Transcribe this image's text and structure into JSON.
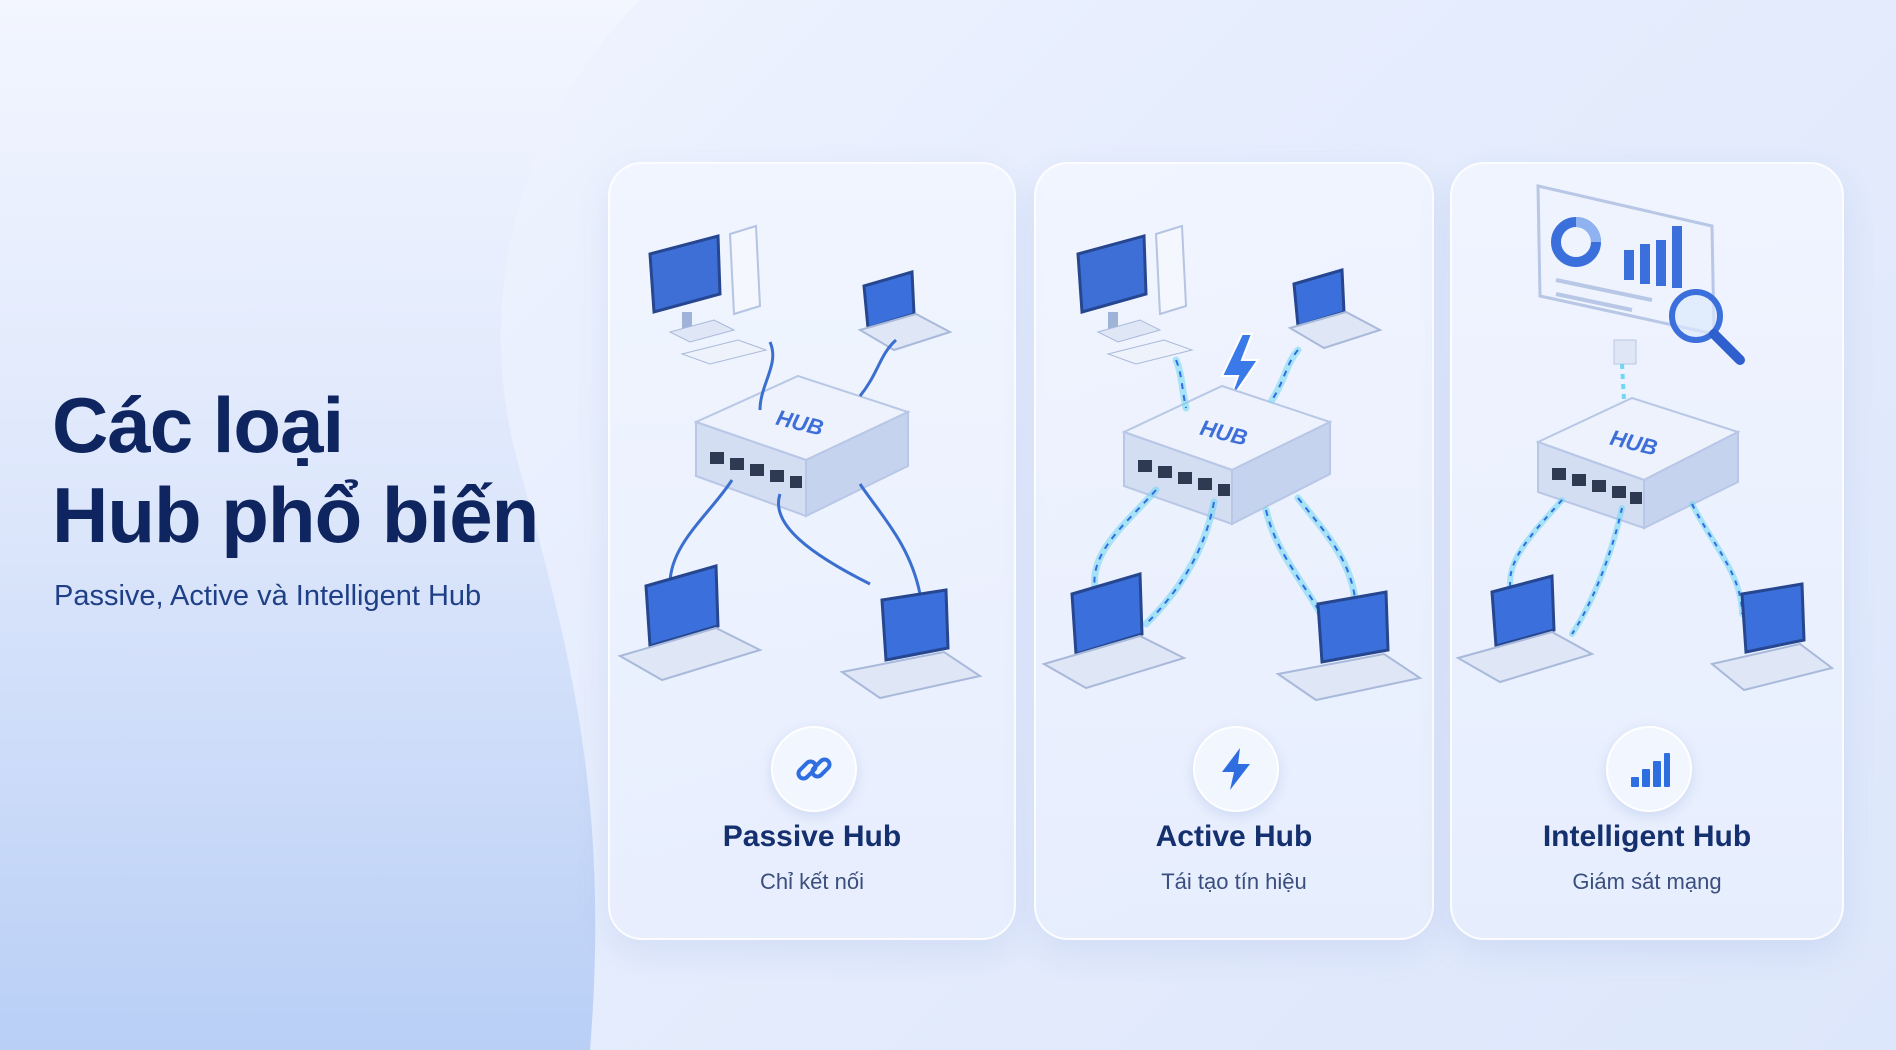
{
  "heading": {
    "line1": "Các loại",
    "line2": "Hub phổ biến"
  },
  "subtitle": "Passive, Active và Intelligent Hub",
  "hub_label": "HUB",
  "cards": [
    {
      "title": "Passive Hub",
      "description": "Chỉ kết nối",
      "icon": "link-icon"
    },
    {
      "title": "Active Hub",
      "description": "Tái tạo tín hiệu",
      "icon": "lightning-icon"
    },
    {
      "title": "Intelligent Hub",
      "description": "Giám sát mạng",
      "icon": "bar-chart-icon"
    }
  ],
  "colors": {
    "heading": "#0e2560",
    "accent": "#2f6ee0",
    "signal": "#5fd3f0",
    "card_bg": "#eef3ff"
  }
}
